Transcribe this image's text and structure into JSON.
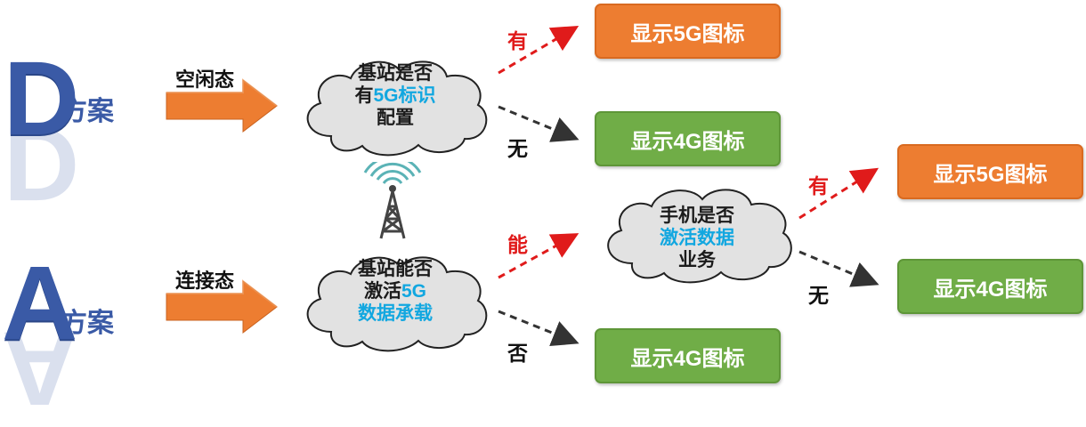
{
  "plan_d": {
    "letter": "D",
    "label": "方案"
  },
  "plan_a": {
    "letter": "A",
    "label": "方案"
  },
  "idle": {
    "state": "空闲态",
    "question_line1": "基站是否",
    "question_line2_pre": "有",
    "question_line2_hl": "5G标识",
    "question_line3": "配置",
    "yes_label": "有",
    "no_label": "无",
    "yes_result": "显示5G图标",
    "no_result": "显示4G图标"
  },
  "connected": {
    "state": "连接态",
    "question_line1": "基站能否",
    "question_line2_pre": "激活",
    "question_line2_hl": "5G",
    "question_line3_hl": "数据承载",
    "yes_label": "能",
    "no_label": "否",
    "no_result": "显示4G图标"
  },
  "phone": {
    "question_line1": "手机是否",
    "question_line2_hl": "激活数据",
    "question_line3": "业务",
    "yes_label": "有",
    "no_label": "无",
    "yes_result": "显示5G图标",
    "no_result": "显示4G图标"
  },
  "colors": {
    "plan_blue": "#3a5aa6",
    "arrow_orange": "#ed7d31",
    "box_5g": "#ed7d31",
    "box_4g": "#70ad47",
    "highlight": "#12a7e0",
    "yes_red": "#e01b1b"
  },
  "icons": {
    "tower": "cell-tower-icon"
  }
}
